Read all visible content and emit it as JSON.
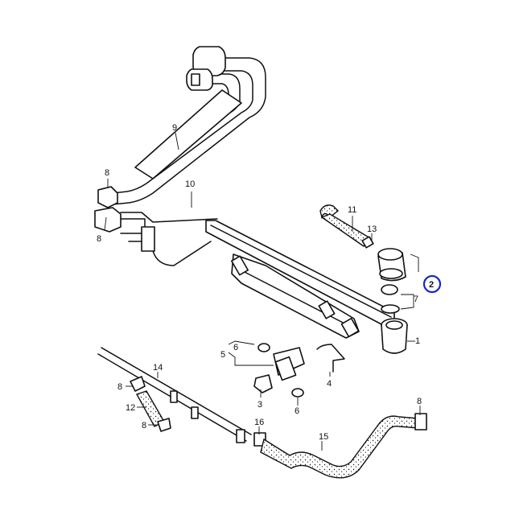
{
  "callouts": [
    {
      "id": "c1",
      "text": "1"
    },
    {
      "id": "c2",
      "text": "2",
      "highlight": true,
      "ring_color": "#1428c8"
    },
    {
      "id": "c3",
      "text": "3"
    },
    {
      "id": "c4",
      "text": "4"
    },
    {
      "id": "c5",
      "text": "5"
    },
    {
      "id": "c6a",
      "text": "6"
    },
    {
      "id": "c6b",
      "text": "6"
    },
    {
      "id": "c7",
      "text": "7"
    },
    {
      "id": "c8a",
      "text": "8"
    },
    {
      "id": "c8b",
      "text": "8"
    },
    {
      "id": "c8c",
      "text": "8"
    },
    {
      "id": "c8d",
      "text": "8"
    },
    {
      "id": "c8e",
      "text": "8"
    },
    {
      "id": "c9",
      "text": "9"
    },
    {
      "id": "c10",
      "text": "10"
    },
    {
      "id": "c11",
      "text": "11"
    },
    {
      "id": "c12",
      "text": "12"
    },
    {
      "id": "c13",
      "text": "13"
    },
    {
      "id": "c14",
      "text": "14"
    },
    {
      "id": "c15",
      "text": "15"
    },
    {
      "id": "c16",
      "text": "16"
    }
  ]
}
